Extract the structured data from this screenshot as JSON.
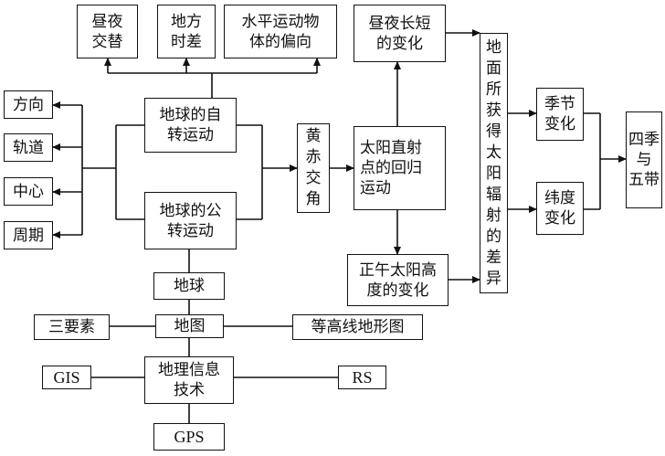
{
  "nodes": {
    "day_night": "昼夜\n交替",
    "local_time": "地方\n时差",
    "deflection": "水平运动物\n体的偏向",
    "day_length": "昼夜长短\n的变化",
    "radiation_diff": "地\n面\n所\n获\n得\n太\n阳\n辐\n射\n的\n差\n异",
    "direction": "方向",
    "orbit": "轨道",
    "center": "中心",
    "period": "周期",
    "rotation": "地球的自\n转运动",
    "revolution": "地球的公\n转运动",
    "obliquity": "黄\n赤\n交\n角",
    "direct_point": "太阳直射\n点的回归\n运动",
    "season_change": "季节\n变化",
    "latitude_change": "纬度\n变化",
    "four_seasons": "四季与\n五带",
    "noon_altitude": "正午太阳高\n度的变化",
    "earth": "地球",
    "three_elements": "三要素",
    "map": "地图",
    "contour_map": "等高线地形图",
    "geo_info_tech": "地理信息\n技术",
    "gis": "GIS",
    "rs": "RS",
    "gps": "GPS"
  }
}
